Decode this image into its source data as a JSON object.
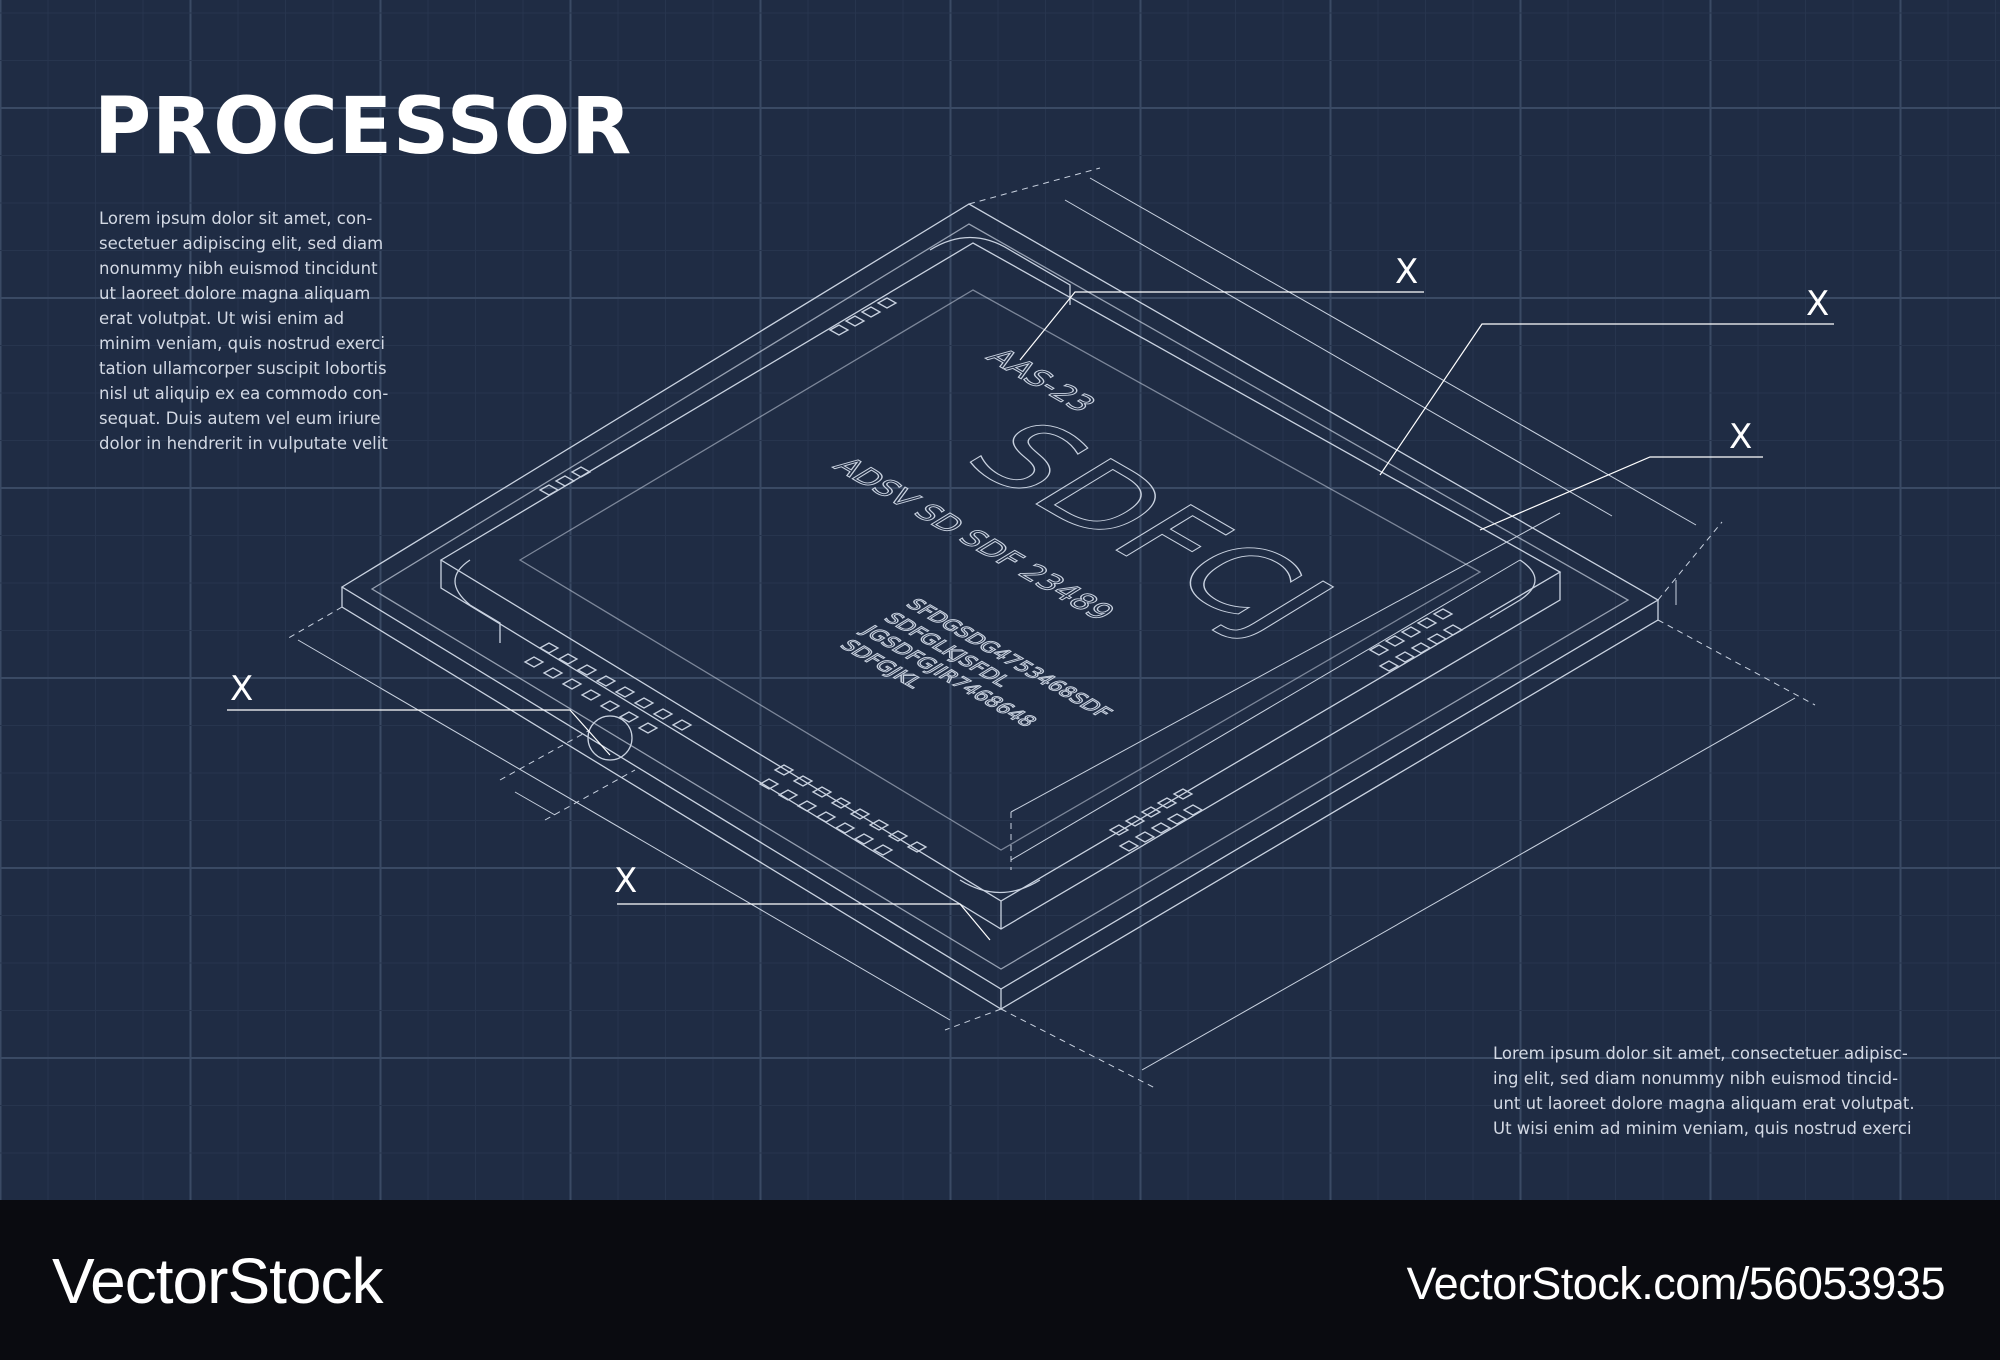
{
  "header": {
    "title": "PROCESSOR"
  },
  "left_paragraph": [
    "Lorem ipsum dolor sit amet, con-",
    "sectetuer adipiscing elit, sed diam",
    "nonummy nibh euismod tincidunt",
    "ut laoreet dolore magna aliquam",
    "erat volutpat. Ut wisi enim ad",
    "minim veniam, quis nostrud exerci",
    "tation ullamcorper suscipit lobortis",
    "nisl ut aliquip ex ea commodo con-",
    "sequat. Duis autem vel eum iriure",
    "dolor in hendrerit in vulputate velit"
  ],
  "right_paragraph": [
    "Lorem ipsum dolor sit amet, consectetuer adipisc-",
    "ing elit, sed diam nonummy nibh euismod tincid-",
    "unt ut laoreet dolore magna aliquam erat volutpat.",
    "Ut wisi enim ad minim veniam, quis nostrud exerci"
  ],
  "chip": {
    "model_code": "AAS-23",
    "brand": "SDFCJ",
    "subtitle": "ADSV SD SDF 23489",
    "serial_lines": [
      "SFDGSDG4753468SDF",
      "SDFGLKJSFDL",
      "JGSDFGJIR7468648",
      "SDFGJKL"
    ]
  },
  "callouts": [
    "X",
    "X",
    "X",
    "X",
    "X"
  ],
  "footer": {
    "brand": "VectorStock",
    "url": "VectorStock.com/56053935"
  },
  "colors": {
    "background": "#1f2c44",
    "line": "#c9d2e0",
    "footer": "#0a0b10"
  }
}
